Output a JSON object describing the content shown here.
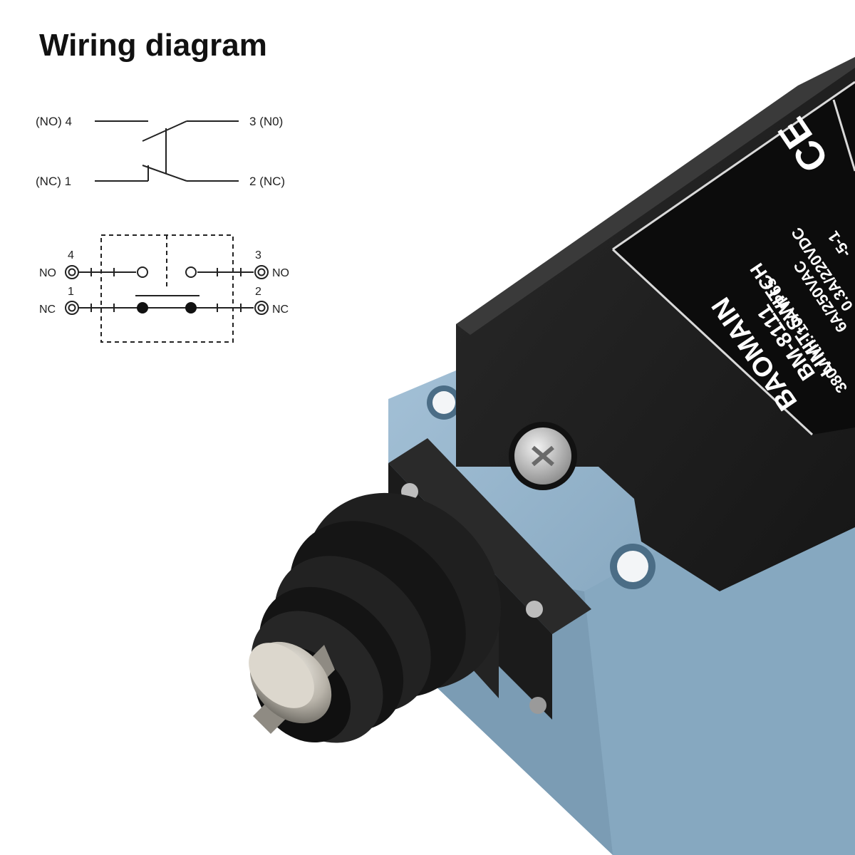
{
  "title": "Wiring diagram",
  "contact_diagram": {
    "terminal_no_4": "(NO) 4",
    "terminal_no_3": "3 (N0)",
    "terminal_nc_1": "(NC) 1",
    "terminal_nc_2": "2 (NC)"
  },
  "terminal_diagram": {
    "num_4": "4",
    "num_3": "3",
    "num_1": "1",
    "num_2": "2",
    "no_left": "NO",
    "no_right": "NO",
    "nc_left": "NC",
    "nc_right": "NC"
  },
  "nameplate": {
    "brand": "BAOMAIN",
    "model": "BM-8111",
    "type": "LIMIT-SWITCH",
    "rating_1": "380V   Ith: 10A  IP65",
    "rating_2": "6A/250VAC",
    "rating_3": "0.3A/220VDC",
    "rating_4": "-5-1",
    "mark": "CE"
  },
  "colors": {
    "housing_black": "#1e1e1e",
    "base_blue": "#8fb0c8",
    "plate_black": "#0c0c0c",
    "plunger_silver": "#c8c4bc"
  }
}
